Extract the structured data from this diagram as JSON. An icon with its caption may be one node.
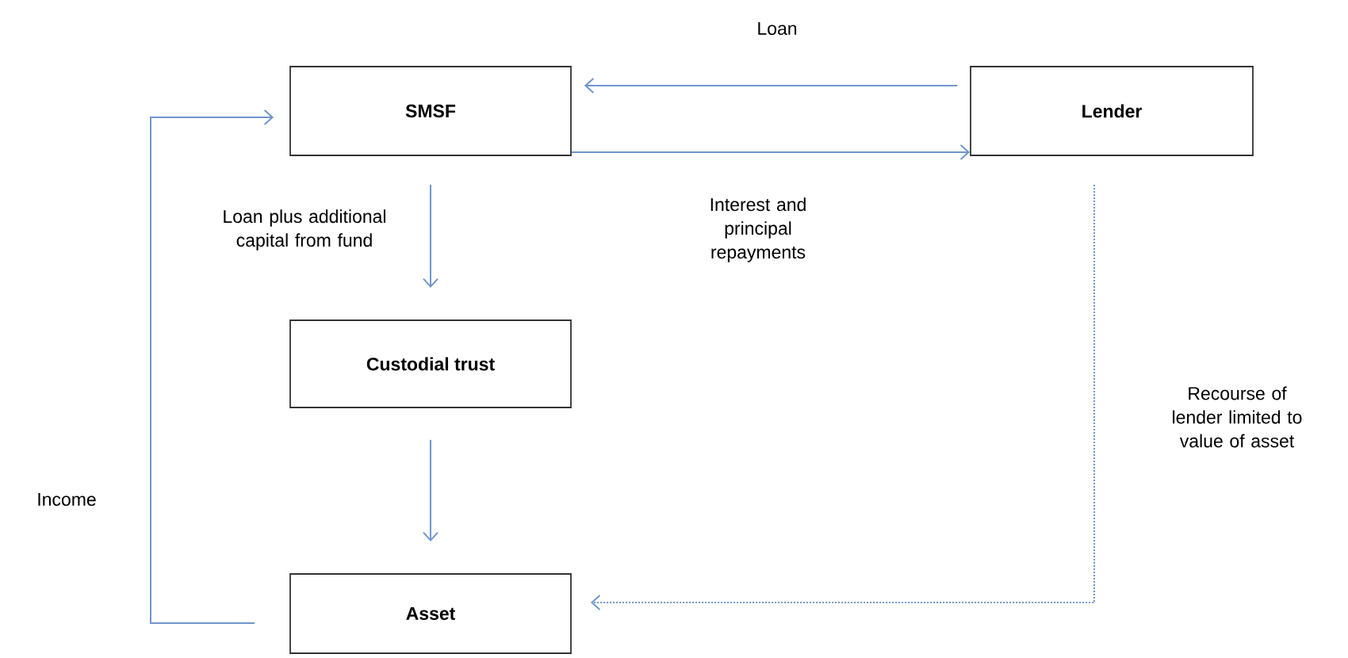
{
  "diagram": {
    "nodes": [
      {
        "text": [
          "SMSF"
        ]
      },
      {
        "text": [
          "Lender"
        ]
      },
      {
        "text": [
          "Custodial trust"
        ]
      },
      {
        "text": [
          "Asset"
        ]
      }
    ],
    "edges": [
      {
        "from": 1,
        "to": 0,
        "arrow": "to",
        "label": "Loan"
      },
      {
        "from": 0,
        "to": 1,
        "arrow": "to",
        "label": "Interest and principal repayments"
      },
      {
        "from": 0,
        "to": 2,
        "arrow": "to",
        "label": "Loan plus additional capital from fund"
      },
      {
        "from": 2,
        "to": 3,
        "arrow": "to"
      },
      {
        "from": 3,
        "to": 0,
        "arrow": "to",
        "label": "Income"
      },
      {
        "from": 1,
        "to": 3,
        "arrow": "to",
        "style": "dashed",
        "label": "Recourse of lender limited to value of asset"
      }
    ]
  }
}
